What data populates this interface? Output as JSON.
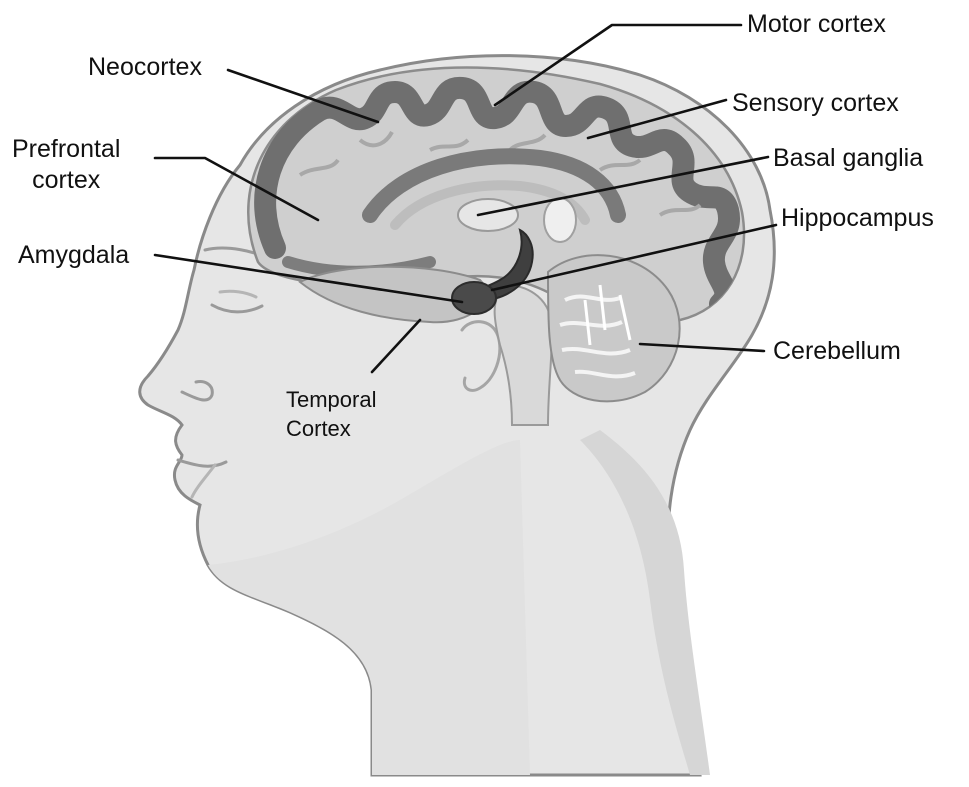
{
  "labels": {
    "motor_cortex": "Motor cortex",
    "neocortex": "Neocortex",
    "sensory_cortex": "Sensory cortex",
    "prefrontal_line1": "Prefrontal",
    "prefrontal_line2": "cortex",
    "basal_ganglia": "Basal ganglia",
    "hippocampus": "Hippocampus",
    "amygdala": "Amygdala",
    "temporal_line1": "Temporal",
    "temporal_line2": "Cortex",
    "cerebellum": "Cerebellum"
  }
}
